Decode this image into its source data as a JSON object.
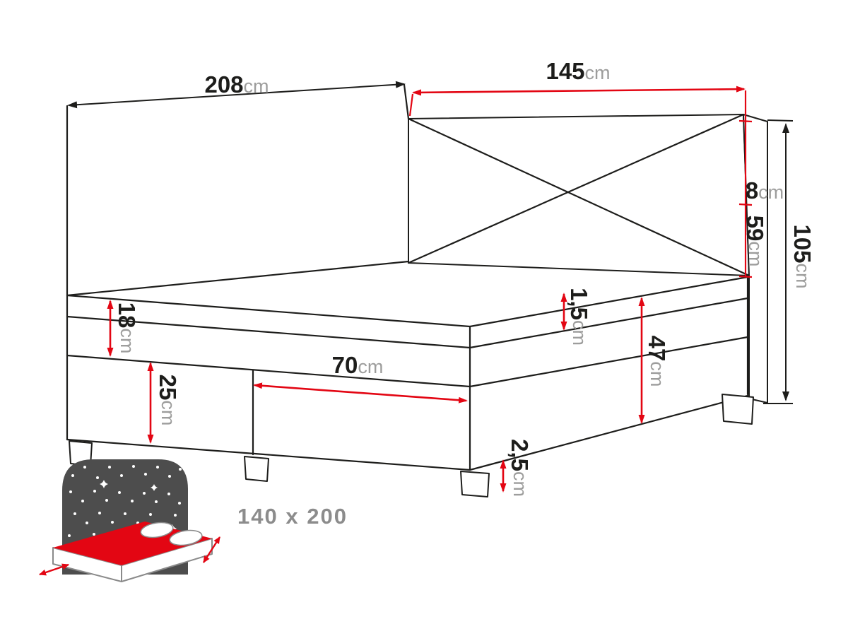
{
  "diagram": {
    "dims": {
      "total_length": {
        "value": "208",
        "unit": "cm"
      },
      "headboard_width": {
        "value": "145",
        "unit": "cm"
      },
      "headboard_top_section": {
        "value": "8",
        "unit": "cm"
      },
      "headboard_upper_section at": {
        "value": "59",
        "unit": "cm"
      },
      "headboard_upper_section": {
        "value": "59",
        "unit": "cm"
      },
      "headboard_total_height": {
        "value": "105",
        "unit": "cm"
      },
      "mattress_height": {
        "value": "18",
        "unit": "cm"
      },
      "base_height": {
        "value": "25",
        "unit": "cm"
      },
      "half_width": {
        "value": "70",
        "unit": "cm"
      },
      "topper_gap": {
        "value": "1,5",
        "unit": "cm"
      },
      "side_total_height": {
        "value": "47",
        "unit": "cm"
      },
      "leg_height": {
        "value": "2,5",
        "unit": "cm"
      }
    },
    "size_label": "140 x 200",
    "colors": {
      "outline_black": "#1d1d1b",
      "dimension_red": "#e30613",
      "unit_gray": "#9d9d9c",
      "size_label_gray": "#8c8c8c",
      "icon_panel_gray": "#4d4d4d",
      "icon_mattress_red": "#e30613"
    }
  }
}
